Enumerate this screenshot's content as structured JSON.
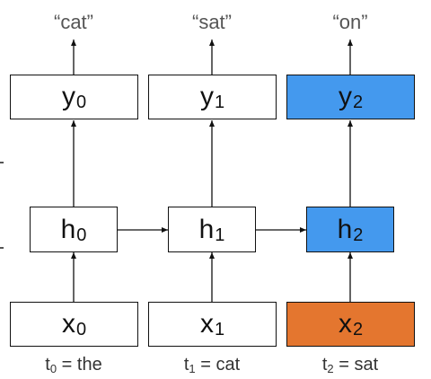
{
  "colors": {
    "default_fill": "#ffffff",
    "highlight_blue": "#4499ee",
    "highlight_orange": "#e4762f",
    "stroke": "#111111",
    "label_gray": "#555555"
  },
  "outputs": [
    {
      "text": "“cat”"
    },
    {
      "text": "“sat”"
    },
    {
      "text": "“on”"
    }
  ],
  "y_nodes": [
    {
      "letter": "y",
      "sub": "0",
      "fill": "#ffffff"
    },
    {
      "letter": "y",
      "sub": "1",
      "fill": "#ffffff"
    },
    {
      "letter": "y",
      "sub": "2",
      "fill": "#4499ee"
    }
  ],
  "h_nodes": [
    {
      "letter": "h",
      "sub": "0",
      "fill": "#ffffff"
    },
    {
      "letter": "h",
      "sub": "1",
      "fill": "#ffffff"
    },
    {
      "letter": "h",
      "sub": "2",
      "fill": "#4499ee"
    }
  ],
  "x_nodes": [
    {
      "letter": "x",
      "sub": "0",
      "fill": "#ffffff"
    },
    {
      "letter": "x",
      "sub": "1",
      "fill": "#ffffff"
    },
    {
      "letter": "x",
      "sub": "2",
      "fill": "#e4762f"
    }
  ],
  "time_labels": [
    {
      "t": "t",
      "sub": "0",
      "rest": " = the"
    },
    {
      "t": "t",
      "sub": "1",
      "rest": " = cat"
    },
    {
      "t": "t",
      "sub": "2",
      "rest": " = sat"
    }
  ]
}
